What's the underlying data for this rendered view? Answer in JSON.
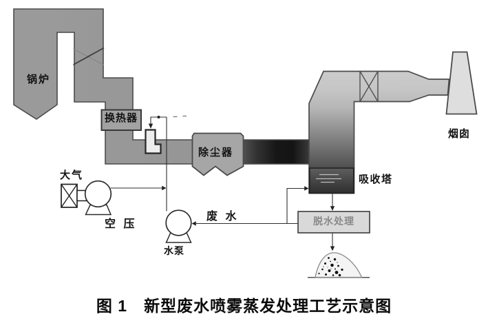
{
  "figure": {
    "caption": "图 1　新型废水喷雾蒸发处理工艺示意图"
  },
  "labels": {
    "boiler": "锅炉",
    "heat_exchanger": "换热器",
    "dust_collector": "除尘器",
    "absorber_tower": "吸收塔",
    "chimney": "烟囱",
    "atmosphere": "大气",
    "air_compressor": "空 压",
    "water_pump": "水泵",
    "wastewater": "废 水",
    "dewatering": "脱水处理"
  },
  "colors": {
    "vessel_gray": "#9b9b9b",
    "duct_dark": "#141414",
    "tower_light": "#c9c9c9",
    "tower_dark": "#4f4f4f",
    "sump_dark": "#2e2e2e",
    "chimney_light": "#dedede",
    "dewatering_box": "#d9d9d9",
    "line": "#222222"
  }
}
